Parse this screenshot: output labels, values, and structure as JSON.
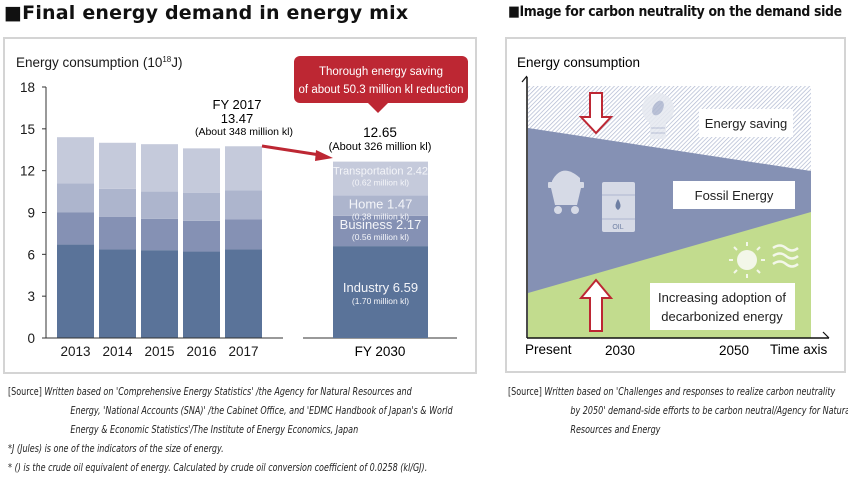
{
  "left_heading": "■Final energy demand in energy mix",
  "right_heading": "■Image for carbon neutrality on the demand side",
  "chart_data": {
    "type": "bar",
    "stacked": true,
    "title": "Final energy demand in energy mix",
    "ylabel": "Energy consumption (10^18J)",
    "ylabel_main": "Energy consumption (10",
    "ylabel_sup": "18",
    "ylabel_tail": "J)",
    "ylim": [
      0,
      18
    ],
    "yticks": [
      "0",
      "3",
      "6",
      "9",
      "12",
      "15",
      "18"
    ],
    "grid": false,
    "categories": [
      "2013",
      "2014",
      "2015",
      "2016",
      "2017"
    ],
    "series": [
      {
        "name": "Industry",
        "color": "#5a7399",
        "values": [
          6.7,
          6.35,
          6.3,
          6.2,
          6.35
        ]
      },
      {
        "name": "Business",
        "color": "#8591b4",
        "values": [
          2.3,
          2.35,
          2.25,
          2.2,
          2.15
        ]
      },
      {
        "name": "Home",
        "color": "#adb5cd",
        "values": [
          2.1,
          2.0,
          1.95,
          2.0,
          2.1
        ]
      },
      {
        "name": "Transportation",
        "color": "#c5cadb",
        "values": [
          3.3,
          3.3,
          3.4,
          3.2,
          3.15
        ]
      }
    ],
    "annotation_2017": {
      "line1": "FY 2017",
      "line2": "13.47",
      "line3": "(About 348 million kl)"
    },
    "fy2030": {
      "category": "FY 2030",
      "total": "12.65",
      "total_note": "(About 326 million kl)",
      "segments": [
        {
          "name": "Industry",
          "value": 6.59,
          "label": "Industry 6.59",
          "sub": "(1.70 million kl)",
          "color": "#5a7399"
        },
        {
          "name": "Business",
          "value": 2.17,
          "label": "Business 2.17",
          "sub": "(0.56 million kl)",
          "color": "#8591b4"
        },
        {
          "name": "Home",
          "value": 1.47,
          "label": "Home 1.47",
          "sub": "(0.38 million kl)",
          "color": "#adb5cd"
        },
        {
          "name": "Transportation",
          "value": 2.42,
          "label": "Transportation 2.42",
          "sub": "(0.62 million kl)",
          "color": "#c5cadb"
        }
      ]
    },
    "callout": {
      "line1": "Thorough energy saving",
      "line2": "of about 50.3 million kl reduction",
      "color": "#bd2733"
    }
  },
  "diagram": {
    "ylabel": "Energy consumption",
    "xlabel": "Time axis",
    "x_ticks": [
      "Present",
      "2030",
      "2050"
    ],
    "regions": [
      {
        "name": "Energy saving",
        "color": "#c9d0e0"
      },
      {
        "name": "Fossil Energy",
        "color": "#8591b4"
      },
      {
        "name": "Increasing adoption of decarbonized energy",
        "color": "#c2dc8e"
      }
    ],
    "label_saving": "Energy saving",
    "label_fossil": "Fossil Energy",
    "label_decarb_1": "Increasing adoption of",
    "label_decarb_2": "decarbonized energy",
    "oil_label": "OIL",
    "arrow_color": "#bd2733"
  },
  "sources": {
    "left": {
      "tag": "[Source]",
      "line1": "Written based on 'Comprehensive Energy Statistics' /the Agency for Natural Resources and",
      "line2": "Energy, 'National Accounts (SNA)' /the Cabinet Office, and 'EDMC Handbook of Japan's & World",
      "line3": "Energy & Economic Statistics'/The Institute of Energy Economics, Japan",
      "note1": "*J (Jules) is one of the indicators of the size of energy.",
      "note2": "* () is the crude oil equivalent of energy. Calculated by crude oil conversion coefficient of 0.0258 (kl/GJ)."
    },
    "right": {
      "tag": "[Source]",
      "line1": "Written based on 'Challenges and responses to realize carbon neutrality",
      "line2": "by 2050' demand-side efforts to be carbon neutral/Agency for Natural",
      "line3": "Resources and Energy"
    }
  }
}
